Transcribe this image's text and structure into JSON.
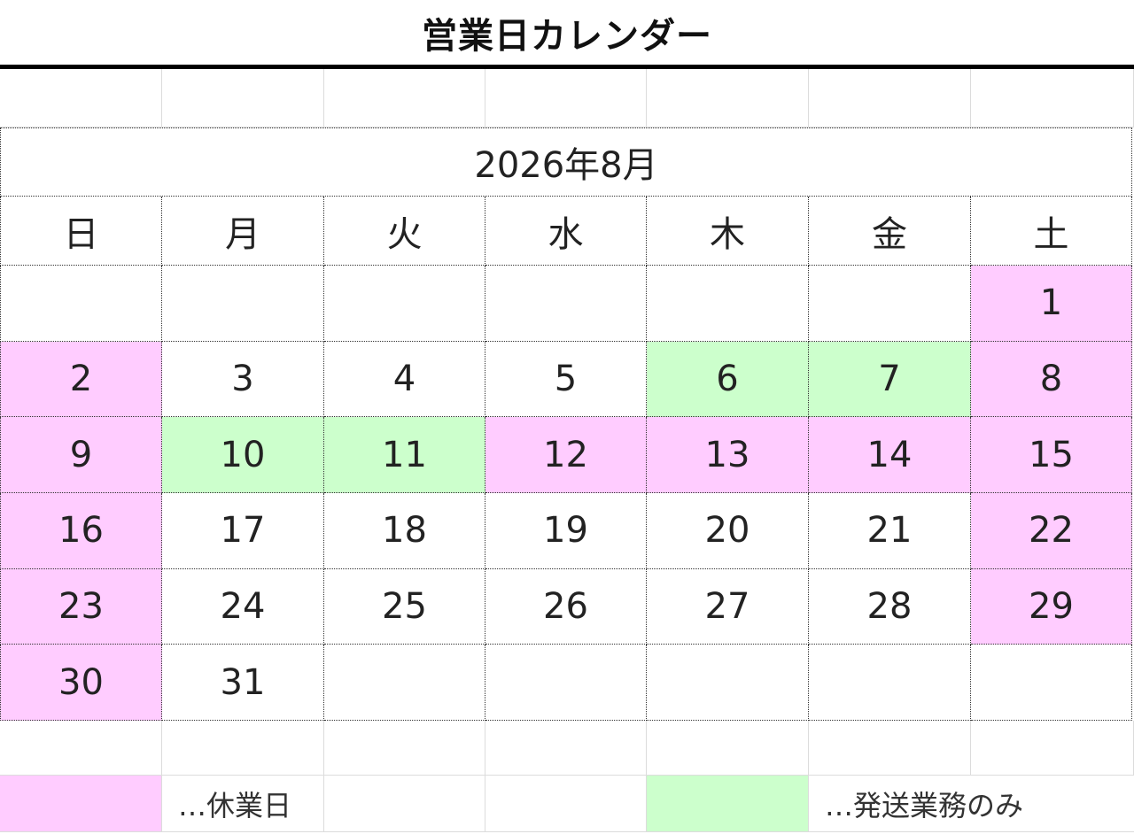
{
  "sheet": {
    "title": "営業日カレンダー",
    "month_label": "2026年8月",
    "weekdays": [
      "日",
      "月",
      "火",
      "水",
      "木",
      "金",
      "土"
    ],
    "colors": {
      "holiday": "#ffccff",
      "shipping_only": "#ccffcc",
      "default": "#ffffff"
    },
    "weeks": [
      [
        {
          "day": "",
          "type": "default"
        },
        {
          "day": "",
          "type": "default"
        },
        {
          "day": "",
          "type": "default"
        },
        {
          "day": "",
          "type": "default"
        },
        {
          "day": "",
          "type": "default"
        },
        {
          "day": "",
          "type": "default"
        },
        {
          "day": "1",
          "type": "holiday"
        }
      ],
      [
        {
          "day": "2",
          "type": "holiday"
        },
        {
          "day": "3",
          "type": "default"
        },
        {
          "day": "4",
          "type": "default"
        },
        {
          "day": "5",
          "type": "default"
        },
        {
          "day": "6",
          "type": "shipping_only"
        },
        {
          "day": "7",
          "type": "shipping_only"
        },
        {
          "day": "8",
          "type": "holiday"
        }
      ],
      [
        {
          "day": "9",
          "type": "holiday"
        },
        {
          "day": "10",
          "type": "shipping_only"
        },
        {
          "day": "11",
          "type": "shipping_only"
        },
        {
          "day": "12",
          "type": "holiday"
        },
        {
          "day": "13",
          "type": "holiday"
        },
        {
          "day": "14",
          "type": "holiday"
        },
        {
          "day": "15",
          "type": "holiday"
        }
      ],
      [
        {
          "day": "16",
          "type": "holiday"
        },
        {
          "day": "17",
          "type": "default"
        },
        {
          "day": "18",
          "type": "default"
        },
        {
          "day": "19",
          "type": "default"
        },
        {
          "day": "20",
          "type": "default"
        },
        {
          "day": "21",
          "type": "default"
        },
        {
          "day": "22",
          "type": "holiday"
        }
      ],
      [
        {
          "day": "23",
          "type": "holiday"
        },
        {
          "day": "24",
          "type": "default"
        },
        {
          "day": "25",
          "type": "default"
        },
        {
          "day": "26",
          "type": "default"
        },
        {
          "day": "27",
          "type": "default"
        },
        {
          "day": "28",
          "type": "default"
        },
        {
          "day": "29",
          "type": "holiday"
        }
      ],
      [
        {
          "day": "30",
          "type": "holiday"
        },
        {
          "day": "31",
          "type": "default"
        },
        {
          "day": "",
          "type": "default"
        },
        {
          "day": "",
          "type": "default"
        },
        {
          "day": "",
          "type": "default"
        },
        {
          "day": "",
          "type": "default"
        },
        {
          "day": "",
          "type": "default"
        }
      ]
    ],
    "legend": {
      "holiday_label": "…休業日",
      "shipping_label": "…発送業務のみ"
    }
  }
}
